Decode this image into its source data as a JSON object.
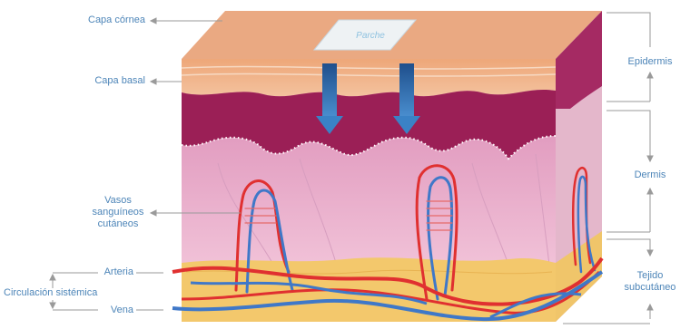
{
  "labels": {
    "capa_cornea": "Capa córnea",
    "capa_basal": "Capa basal",
    "vasos": [
      "Vasos",
      "sanguíneos",
      "cutáneos"
    ],
    "arteria": "Arteria",
    "circulacion": "Circulación sistémica",
    "vena": "Vena",
    "epidermis": "Epidermis",
    "dermis": "Dermis",
    "tejido": [
      "Tejido",
      "subcutáneo"
    ]
  },
  "patch_label": "Parche",
  "colors": {
    "label_text": "#4d85b8",
    "leader_line": "#9a9a9a",
    "epidermis_top": "#f0b48a",
    "epidermis_mid": "#e8a07a",
    "dermis_dark": "#9a1f56",
    "dermis": "#e8a8c8",
    "subcutaneous": "#f2c86a",
    "artery": "#e03030",
    "vein": "#3f78c8",
    "arrow": "#2d6fb0",
    "patch": "#eaf0f4"
  }
}
